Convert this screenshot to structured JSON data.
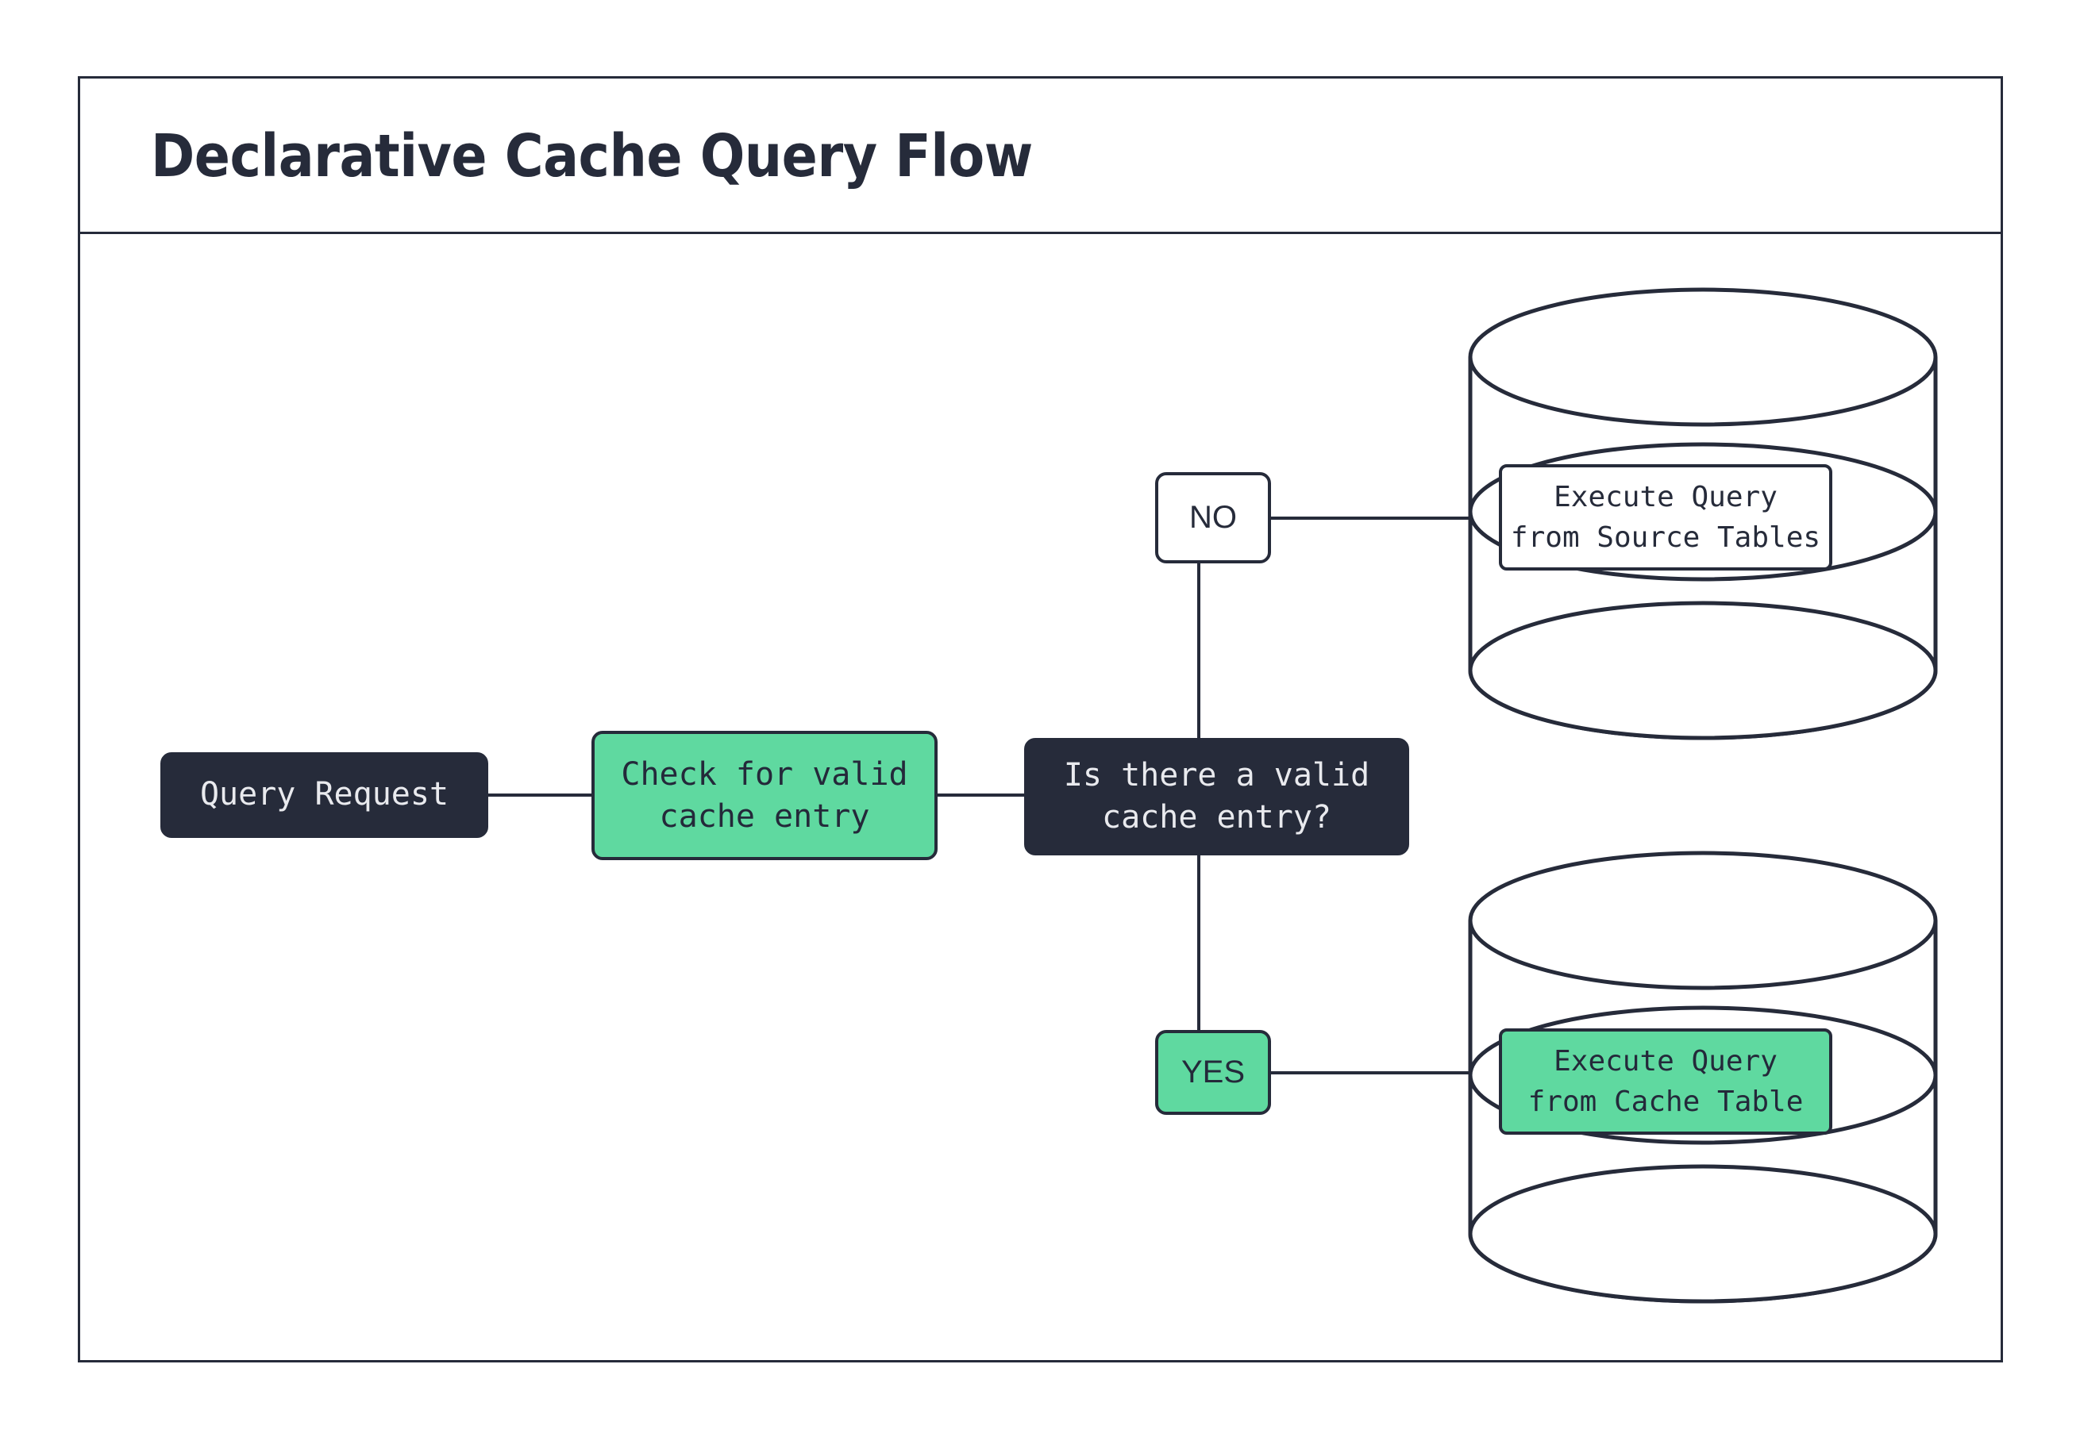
{
  "frame": {
    "title": "Declarative Cache Query Flow",
    "border_color": "#262b3a",
    "background": "#ffffff"
  },
  "palette": {
    "dark": "#262b3a",
    "green": "#5fd9a0",
    "white": "#ffffff",
    "dark_text_on_light": "#24293a",
    "light_text_on_dark": "#e9eaee"
  },
  "diagram": {
    "type": "flowchart",
    "nodes": [
      {
        "id": "query-request",
        "label": "Query Request",
        "shape": "rounded-rect",
        "fill": "#262b3a",
        "text_color": "#e9eaee"
      },
      {
        "id": "check-cache",
        "label": "Check for valid\ncache entry",
        "shape": "rounded-rect",
        "fill": "#5fd9a0",
        "text_color": "#24293a"
      },
      {
        "id": "decision",
        "label": "Is there a valid\ncache entry?",
        "shape": "rounded-rect",
        "fill": "#262b3a",
        "text_color": "#e9eaee"
      },
      {
        "id": "branch-no",
        "label": "NO",
        "shape": "rounded-rect",
        "fill": "#ffffff",
        "text_color": "#262b3a"
      },
      {
        "id": "branch-yes",
        "label": "YES",
        "shape": "rounded-rect",
        "fill": "#5fd9a0",
        "text_color": "#24293a"
      },
      {
        "id": "source-db",
        "label": "Execute Query\nfrom Source Tables",
        "shape": "database-cylinder",
        "fill": "#ffffff",
        "text_color": "#262b3a"
      },
      {
        "id": "cache-db",
        "label": "Execute Query\nfrom Cache Table",
        "shape": "database-cylinder",
        "fill": "#5fd9a0",
        "text_color": "#24293a"
      }
    ],
    "edges": [
      {
        "from": "query-request",
        "to": "check-cache",
        "label": ""
      },
      {
        "from": "check-cache",
        "to": "decision",
        "label": ""
      },
      {
        "from": "decision",
        "to": "branch-no",
        "label": "NO"
      },
      {
        "from": "branch-no",
        "to": "source-db",
        "label": ""
      },
      {
        "from": "decision",
        "to": "branch-yes",
        "label": "YES"
      },
      {
        "from": "branch-yes",
        "to": "cache-db",
        "label": ""
      }
    ]
  }
}
